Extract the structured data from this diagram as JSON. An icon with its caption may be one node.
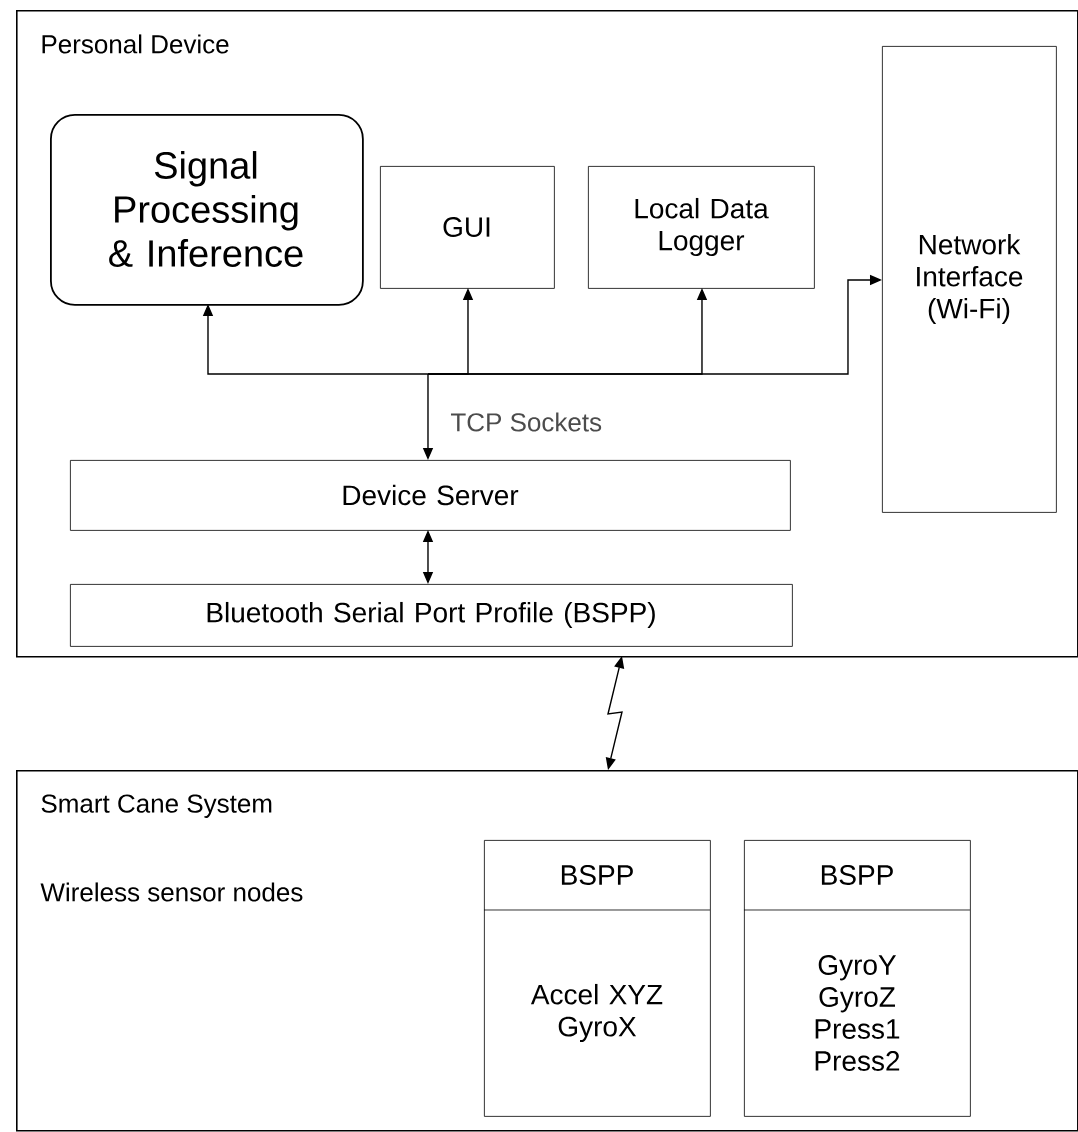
{
  "diagram": {
    "nodes": [
      {
        "text": [
          "Personal Device"
        ]
      },
      {
        "text": [
          "Signal Processing & Inference"
        ],
        "in": 0
      },
      {
        "text": [
          "GUI"
        ],
        "in": 0
      },
      {
        "text": [
          "Local Data Logger"
        ],
        "in": 0
      },
      {
        "text": [
          "Network Interface (Wi-Fi)"
        ],
        "in": 0
      },
      {
        "text": [
          "Device Server"
        ],
        "in": 0
      },
      {
        "text": [
          "Bluetooth Serial Port Profile (BSPP)"
        ],
        "in": 0
      },
      {
        "text": [
          "Smart Cane System",
          "Wireless sensor nodes"
        ]
      },
      {
        "text": [
          "BSPP",
          "Accel XYZ GyroX"
        ],
        "in": 7
      },
      {
        "text": [
          "BSPP",
          "GyroY GyroZ Press1 Press2"
        ],
        "in": 7
      }
    ],
    "edges": [
      {
        "from": 5,
        "to": 1,
        "arrow": "both",
        "label": "TCP Sockets"
      },
      {
        "from": 5,
        "to": 2,
        "arrow": "both"
      },
      {
        "from": 5,
        "to": 3,
        "arrow": "both"
      },
      {
        "from": 5,
        "to": 4,
        "arrow": "both"
      },
      {
        "from": 5,
        "to": 6,
        "arrow": "both"
      },
      {
        "from": 0,
        "to": 7,
        "arrow": "both"
      }
    ]
  }
}
